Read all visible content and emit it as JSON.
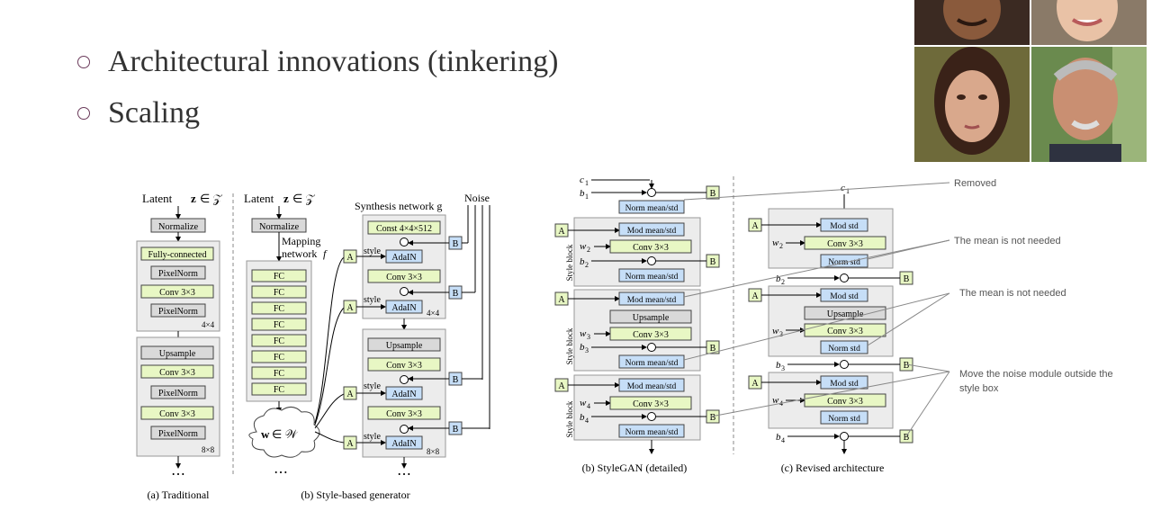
{
  "slide": {
    "bullets": [
      "Architectural innovations (tinkering)",
      "Scaling"
    ]
  },
  "diagram_left": {
    "caption_a": "(a) Traditional",
    "caption_b": "(b) Style-based generator",
    "latent_a": "Latent",
    "latent_b": "Latent",
    "normalize": "Normalize",
    "fully_connected": "Fully-connected",
    "pixelnorm": "PixelNorm",
    "conv": "Conv 3×3",
    "upsample": "Upsample",
    "res_4": "4×4",
    "res_8": "8×8",
    "mapping": "Mapping",
    "network": "network",
    "fc": "FC",
    "w_in_W": "w ∈ W",
    "synthesis": "Synthesis network g",
    "noise": "Noise",
    "const": "Const 4×4×512",
    "adain": "AdaIN",
    "style": "style",
    "A": "A",
    "B": "B",
    "dots": "⋯"
  },
  "diagram_right": {
    "caption_b": "(b) StyleGAN (detailed)",
    "caption_c": "(c) Revised architecture",
    "norm_mean_std": "Norm mean/std",
    "mod_mean_std": "Mod mean/std",
    "conv": "Conv 3×3",
    "upsample": "Upsample",
    "mod_std": "Mod std",
    "norm_std": "Norm std",
    "style_block": "Style block",
    "A": "A",
    "B": "B"
  },
  "annotations": {
    "removed": "Removed",
    "mean_not_needed_1": "The mean is not needed",
    "mean_not_needed_2": "The mean is not needed",
    "noise_outside_1": "Move the noise module outside the",
    "noise_outside_2": "style box"
  },
  "colors": {
    "gray_box": "#d9d9d9",
    "green_box": "#e8f7c4",
    "blue_box": "#c6def7",
    "block_bg": "#ececec",
    "bullet_circle": "#6b3b5b"
  }
}
